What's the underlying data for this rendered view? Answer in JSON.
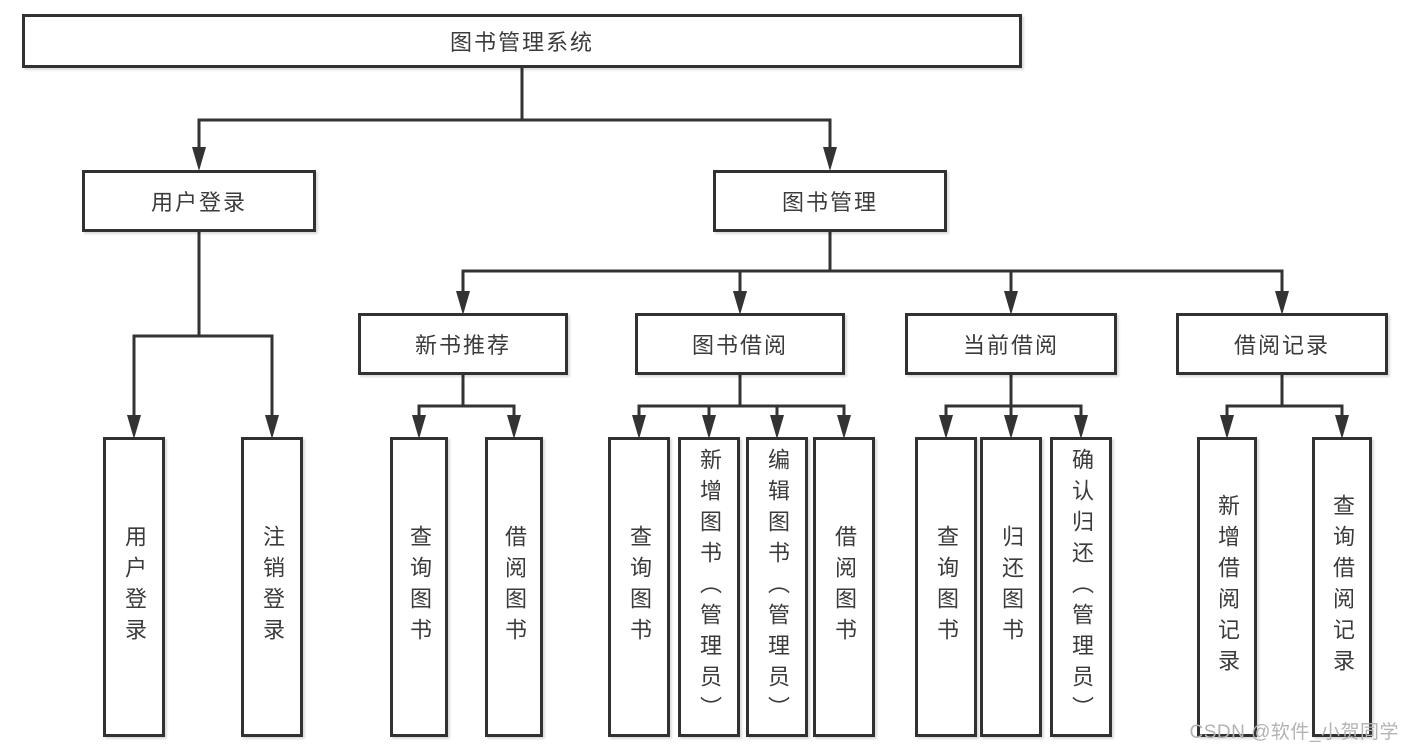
{
  "colors": {
    "line": "#333333",
    "box_border": "#313131",
    "box_fill": "#ffffff",
    "text": "#3b3b3b",
    "watermark": "#b3b3b3",
    "background": "#ffffff"
  },
  "watermark": {
    "text": "CSDN @软件_小贺同学"
  },
  "tree": {
    "root": {
      "label": "图书管理系统"
    },
    "branches": [
      {
        "label": "用户登录",
        "children": [
          {
            "label": "用户登录"
          },
          {
            "label": "注销登录"
          }
        ]
      },
      {
        "label": "图书管理",
        "children": [
          {
            "label": "新书推荐",
            "children": [
              {
                "label": "查询图书"
              },
              {
                "label": "借阅图书"
              }
            ]
          },
          {
            "label": "图书借阅",
            "children": [
              {
                "label": "查询图书"
              },
              {
                "label": "新增图书（管理员）"
              },
              {
                "label": "编辑图书（管理员）"
              },
              {
                "label": "借阅图书"
              }
            ]
          },
          {
            "label": "当前借阅",
            "children": [
              {
                "label": "查询图书"
              },
              {
                "label": "归还图书"
              },
              {
                "label": "确认归还（管理员）"
              }
            ]
          },
          {
            "label": "借阅记录",
            "children": [
              {
                "label": "新增借阅记录"
              },
              {
                "label": "查询借阅记录"
              }
            ]
          }
        ]
      }
    ]
  }
}
